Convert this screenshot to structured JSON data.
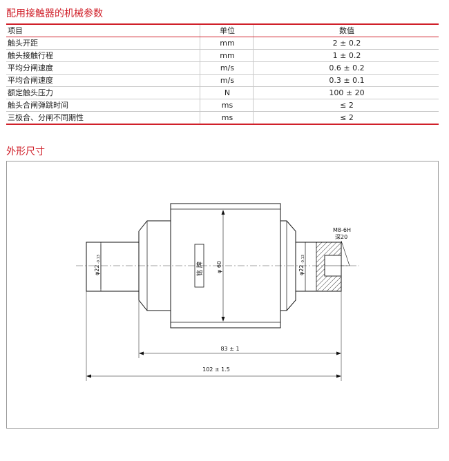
{
  "sections": {
    "mech_title": "配用接触器的机械参数",
    "dims_title": "外形尺寸"
  },
  "table": {
    "headers": [
      "项目",
      "单位",
      "数值"
    ],
    "rows": [
      {
        "item": "触头开距",
        "unit": "mm",
        "value": "2 ± 0.2"
      },
      {
        "item": "触头接触行程",
        "unit": "mm",
        "value": "1 ± 0.2"
      },
      {
        "item": "平均分闸速度",
        "unit": "m/s",
        "value": "0.6 ± 0.2"
      },
      {
        "item": "平均合闸速度",
        "unit": "m/s",
        "value": "0.3 ± 0.1"
      },
      {
        "item": "额定触头压力",
        "unit": "N",
        "value": "100 ± 20"
      },
      {
        "item": "触头合闸弹跳时间",
        "unit": "ms",
        "value": "≤ 2"
      },
      {
        "item": "三极合、分闸不同期性",
        "unit": "ms",
        "value": "≤ 2"
      }
    ]
  },
  "drawing": {
    "nameplate": "铭 牌",
    "body_diameter": "φ 60",
    "left_shaft_diameter": "φ22",
    "left_shaft_tol": "-0.13",
    "right_shaft_diameter": "φ22",
    "right_shaft_tol": "-0.13",
    "thread_spec": "M8-6H",
    "thread_depth": "深20",
    "body_length": "83 ± 1",
    "overall_length": "102 ± 1.5"
  }
}
